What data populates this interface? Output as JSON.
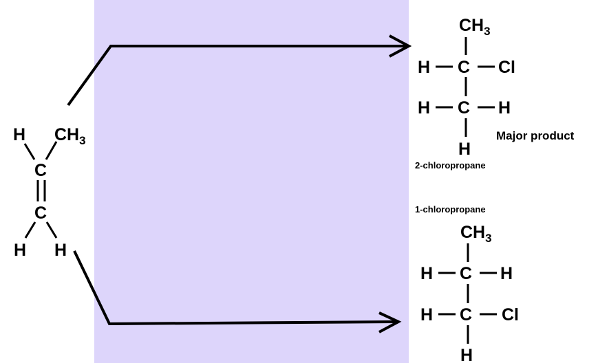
{
  "colors": {
    "panel": "#ddd5fb",
    "ink": "#000000"
  },
  "reactant": {
    "h_top": "H",
    "ch3_c": "CH",
    "ch3_sub": "3",
    "c_top": "C",
    "c_bottom": "C",
    "h_bottom_left": "H",
    "h_bottom_right": "H"
  },
  "product_major": {
    "ch3_c": "CH",
    "ch3_sub": "3",
    "row1": {
      "left": "H",
      "center": "C",
      "right": "Cl"
    },
    "row2": {
      "left": "H",
      "center": "C",
      "right": "H"
    },
    "bottom": "H",
    "note": "Major product",
    "name": "2-chloropropane"
  },
  "product_minor": {
    "name": "1-chloropropane",
    "ch3_c": "CH",
    "ch3_sub": "3",
    "row1": {
      "left": "H",
      "center": "C",
      "right": "H"
    },
    "row2": {
      "left": "H",
      "center": "C",
      "right": "Cl"
    },
    "bottom": "H"
  }
}
